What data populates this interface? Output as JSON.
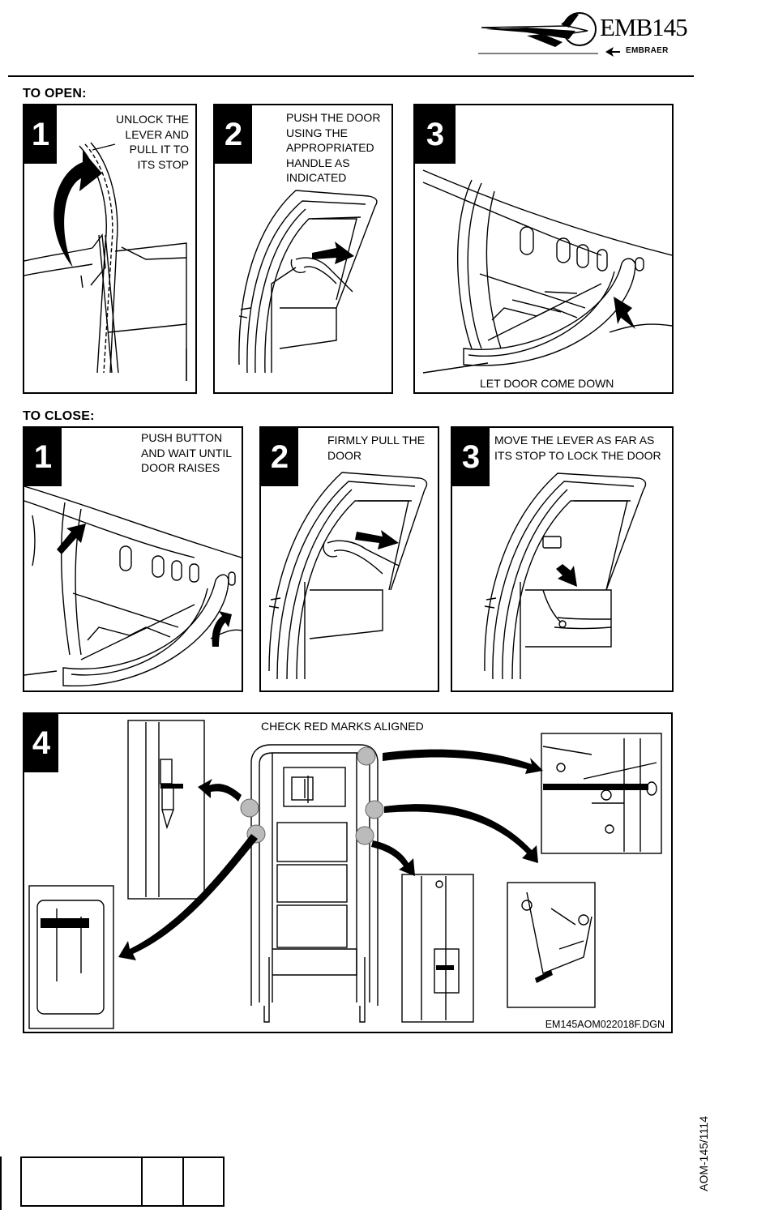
{
  "header": {
    "model": "EMB145",
    "brand": "EMBRAER"
  },
  "open": {
    "title": "TO OPEN:",
    "steps": [
      {
        "number": "1",
        "caption": [
          "UNLOCK THE",
          "LEVER AND",
          "PULL IT TO",
          "ITS STOP"
        ]
      },
      {
        "number": "2",
        "caption": [
          "PUSH THE DOOR",
          "USING THE",
          "APPROPRIATED",
          "HANDLE AS",
          "INDICATED"
        ]
      },
      {
        "number": "3",
        "caption": [
          "LET DOOR COME DOWN"
        ]
      }
    ]
  },
  "close": {
    "title": "TO CLOSE:",
    "steps": [
      {
        "number": "1",
        "caption": [
          "PUSH BUTTON",
          "AND WAIT UNTIL",
          "DOOR RAISES"
        ]
      },
      {
        "number": "2",
        "caption": [
          "FIRMLY PULL THE",
          "DOOR"
        ]
      },
      {
        "number": "3",
        "caption": [
          "MOVE THE LEVER AS FAR AS",
          "ITS STOP TO LOCK THE DOOR"
        ]
      },
      {
        "number": "4",
        "caption": [
          "CHECK RED MARKS ALIGNED"
        ]
      }
    ]
  },
  "drawing_id": "EM145AOM022018F.DGN",
  "page_code": "AOM-145/1114"
}
